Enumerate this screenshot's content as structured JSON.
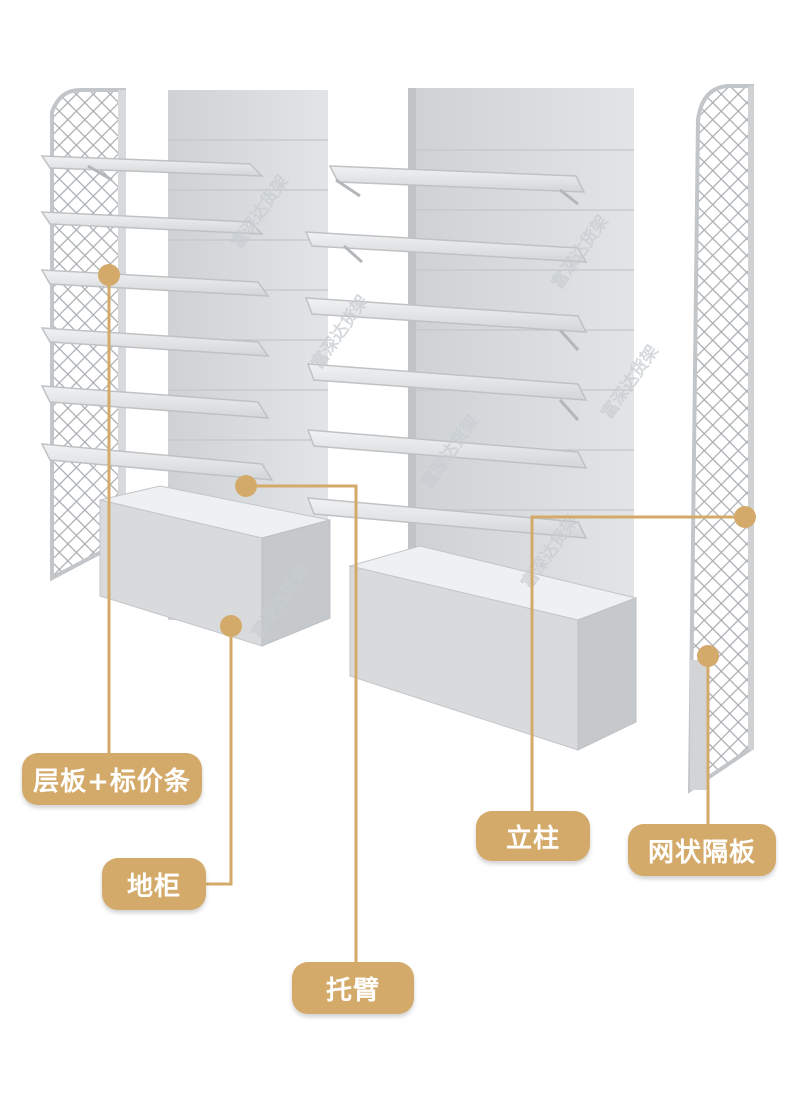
{
  "labels": {
    "shelf": "层板+标价条",
    "cabinet": "地柜",
    "bracket": "托臂",
    "upright": "立柱",
    "mesh_panel": "网状隔板"
  },
  "watermark": "富深达货架",
  "colors": {
    "accent": "#d4aa6a",
    "metal": "#d9dbdd",
    "metal_dark": "#b9bcbf"
  }
}
